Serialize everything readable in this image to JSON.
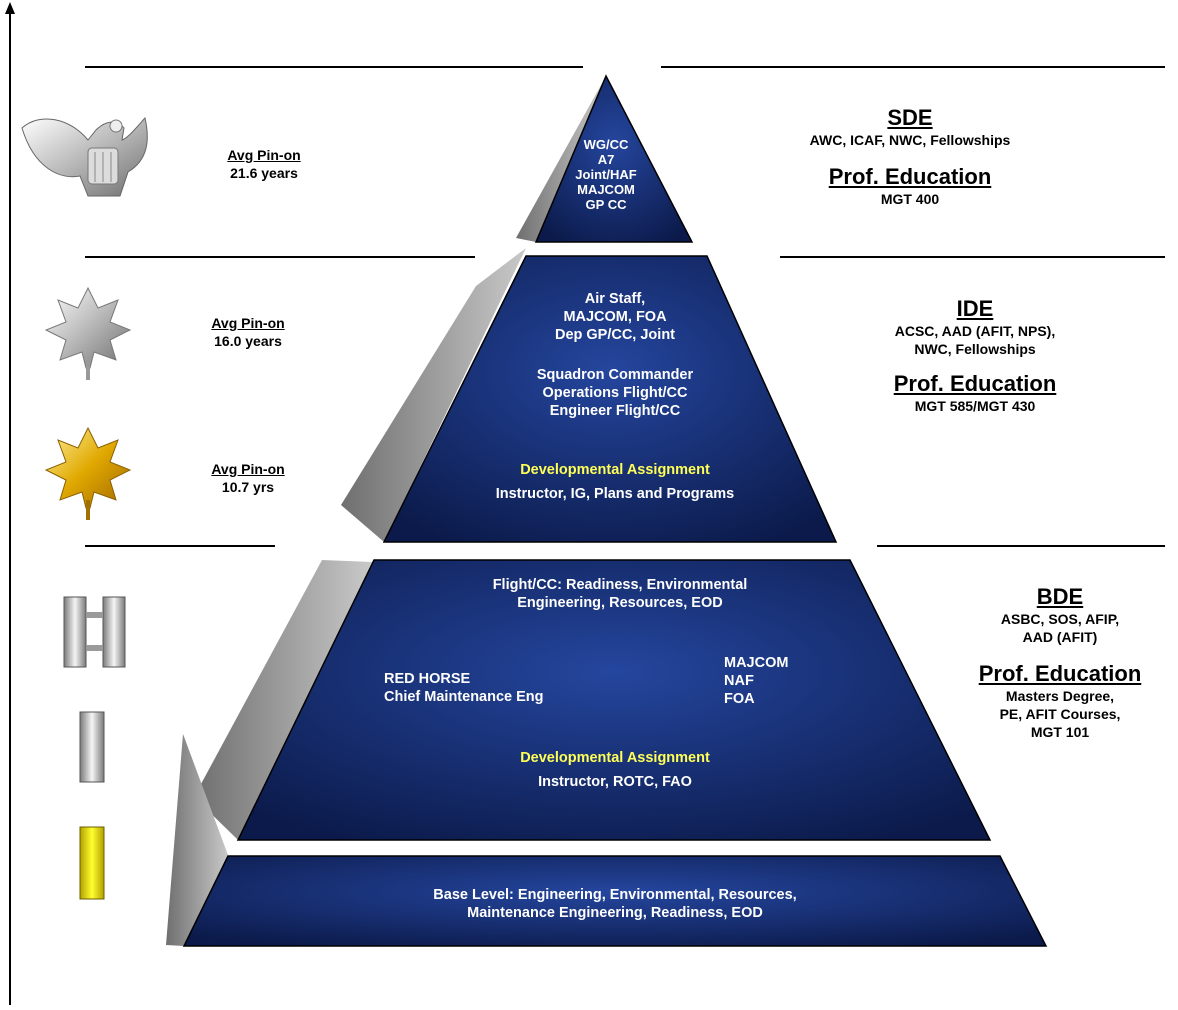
{
  "colors": {
    "tier_fill_dark": "#0b1a4a",
    "tier_fill_light": "#1f3f9a",
    "side_gray": "#8a8a8a",
    "highlight_yellow": "#ffff55"
  },
  "tiers": {
    "top": {
      "lines": [
        "WG/CC",
        "A7",
        "Joint/HAF",
        "MAJCOM",
        "GP CC"
      ]
    },
    "upper": {
      "group1": [
        "Air Staff,",
        "MAJCOM, FOA",
        "Dep GP/CC, Joint"
      ],
      "group2": [
        "Squadron Commander",
        "Operations Flight/CC",
        "Engineer Flight/CC"
      ],
      "dev_title": "Developmental Assignment",
      "dev_text": "Instructor, IG, Plans and Programs"
    },
    "middle": {
      "group1": [
        "Flight/CC: Readiness, Environmental",
        "Engineering, Resources, EOD"
      ],
      "left": [
        "RED HORSE",
        "Chief Maintenance Eng"
      ],
      "right": [
        "MAJCOM",
        "NAF",
        "FOA"
      ],
      "dev_title": "Developmental Assignment",
      "dev_text": "Instructor, ROTC, FAO"
    },
    "base": {
      "lines": [
        "Base Level:  Engineering, Environmental, Resources,",
        "Maintenance Engineering,  Readiness, EOD"
      ]
    }
  },
  "pin_on": [
    {
      "label": "Avg Pin-on",
      "value": "21.6 years",
      "insignia": "colonel-eagle-icon"
    },
    {
      "label": "Avg Pin-on",
      "value": "16.0 years",
      "insignia": "lt-colonel-silver-leaf-icon"
    },
    {
      "label": "Avg Pin-on",
      "value": "10.7 yrs",
      "insignia": "major-gold-leaf-icon"
    }
  ],
  "insignia_lower": [
    "captain-bars-icon",
    "first-lt-bar-icon",
    "second-lt-bar-icon"
  ],
  "education": {
    "sde": {
      "title": "SDE",
      "courses": "AWC, ICAF, NWC, Fellowships",
      "prof_title": "Prof. Education",
      "prof": [
        "MGT 400"
      ]
    },
    "ide": {
      "title": "IDE",
      "courses": [
        "ACSC, AAD (AFIT, NPS),",
        "NWC, Fellowships"
      ],
      "prof_title": "Prof. Education",
      "prof": [
        "MGT 585/MGT 430"
      ]
    },
    "bde": {
      "title": "BDE",
      "courses": [
        "ASBC, SOS, AFIP,",
        "AAD (AFIT)"
      ],
      "prof_title": "Prof. Education",
      "prof": [
        "Masters Degree,",
        "PE, AFIT Courses,",
        "MGT 101"
      ]
    }
  }
}
